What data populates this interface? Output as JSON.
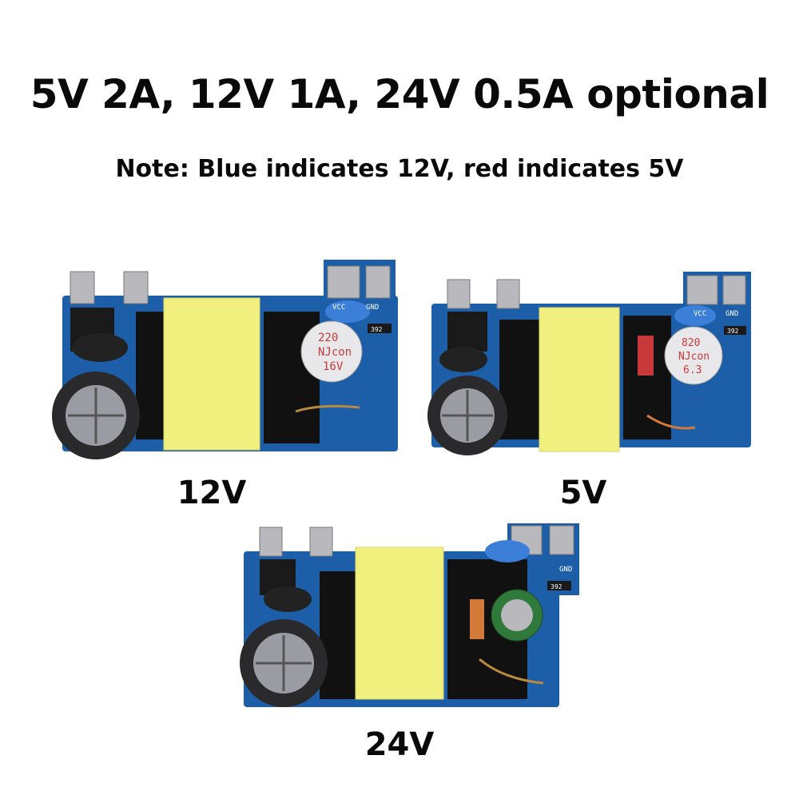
{
  "header": {
    "headline": "5V 2A, 12V 1A, 24V 0.5A optional",
    "note": "Note: Blue indicates 12V, red indicates 5V"
  },
  "modules": [
    {
      "label": "12V",
      "cap_value": "220",
      "cap_brand": "NJcon",
      "cap_voltage": "16V",
      "cap_color": "#c8393b",
      "silk_vcc": "VCC",
      "silk_gnd": "GND",
      "resistor_code": "392"
    },
    {
      "label": "5V",
      "cap_value": "820",
      "cap_brand": "NJcon",
      "cap_voltage": "6.3",
      "cap_color": "#c8393b",
      "silk_vcc": "VCC",
      "silk_gnd": "GND",
      "resistor_code": "392"
    },
    {
      "label": "24V",
      "cap_value": "",
      "cap_brand": "",
      "cap_voltage": "",
      "cap_color": "#2f7a3a",
      "silk_vcc": "",
      "silk_gnd": "GND",
      "resistor_code": "392"
    }
  ],
  "colors": {
    "pcb": "#1c5fa8",
    "transformer": "#f1f07e",
    "terminal": "#b8b8bd",
    "bulk_cap": "#2a2a2c",
    "y_cap": "#3c7fd8"
  }
}
